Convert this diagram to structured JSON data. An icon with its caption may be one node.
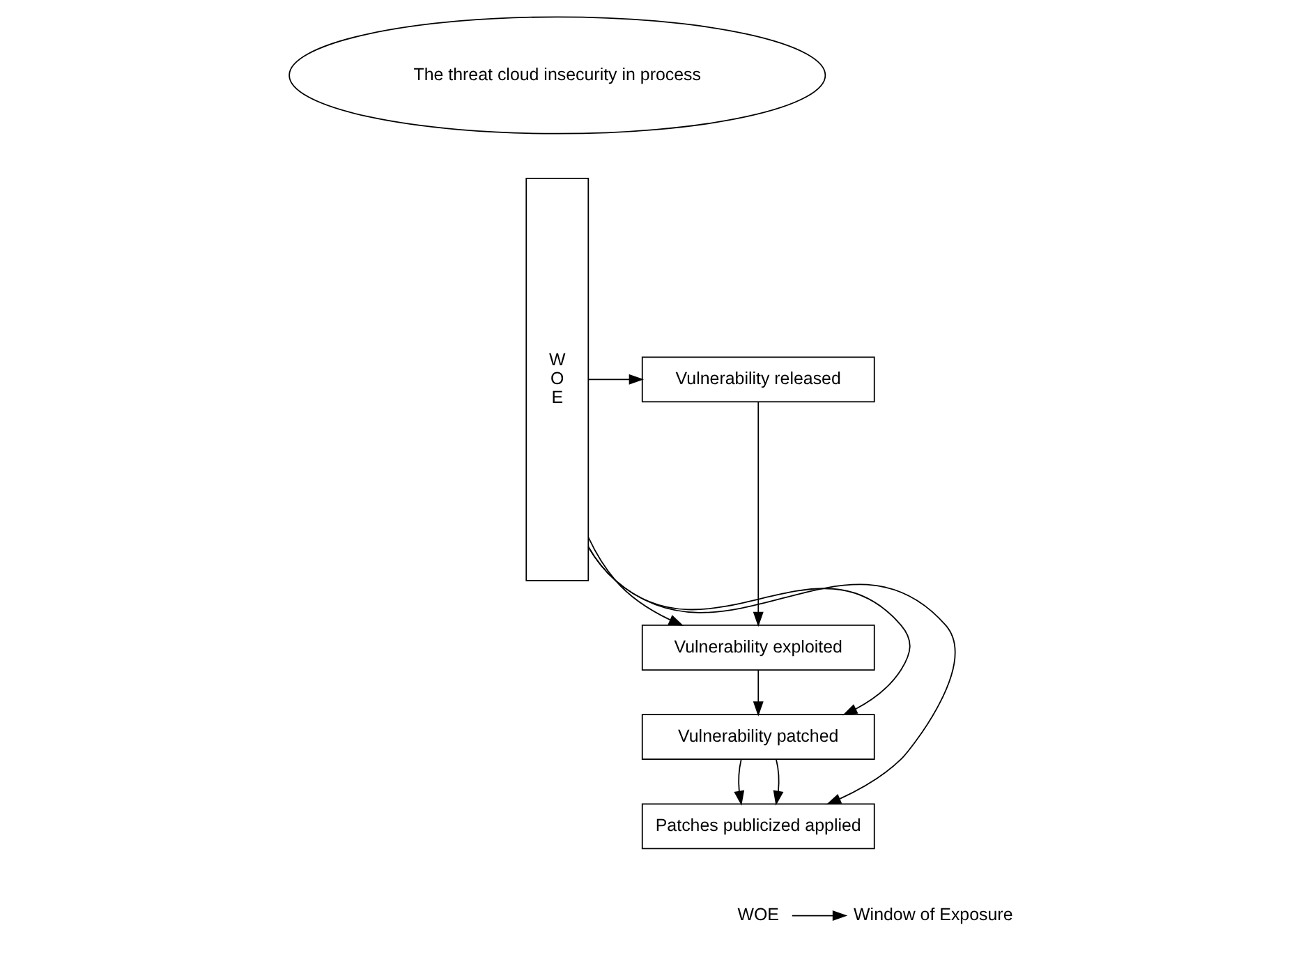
{
  "diagram": {
    "nodes": [
      {
        "text": [
          "The threat cloud insecurity in process"
        ]
      },
      {
        "text": [
          "W O E"
        ]
      },
      {
        "text": [
          "Vulnerability released"
        ]
      },
      {
        "text": [
          "Vulnerability exploited"
        ]
      },
      {
        "text": [
          "Vulnerability patched"
        ]
      },
      {
        "text": [
          "Patches publicized applied"
        ]
      },
      {
        "text": [
          "WOE"
        ]
      },
      {
        "text": [
          "Window of Exposure"
        ]
      }
    ],
    "edges": [
      {
        "from": 1,
        "to": 2,
        "arrow": "to"
      },
      {
        "from": 2,
        "to": 3,
        "arrow": "to"
      },
      {
        "from": 1,
        "to": 3,
        "arrow": "to"
      },
      {
        "from": 3,
        "to": 4,
        "arrow": "to"
      },
      {
        "from": 1,
        "to": 4,
        "arrow": "to"
      },
      {
        "from": 4,
        "to": 5,
        "arrow": "to"
      },
      {
        "from": 4,
        "to": 5,
        "arrow": "to"
      },
      {
        "from": 1,
        "to": 5,
        "arrow": "to"
      },
      {
        "from": 6,
        "to": 7,
        "arrow": "to"
      }
    ]
  }
}
